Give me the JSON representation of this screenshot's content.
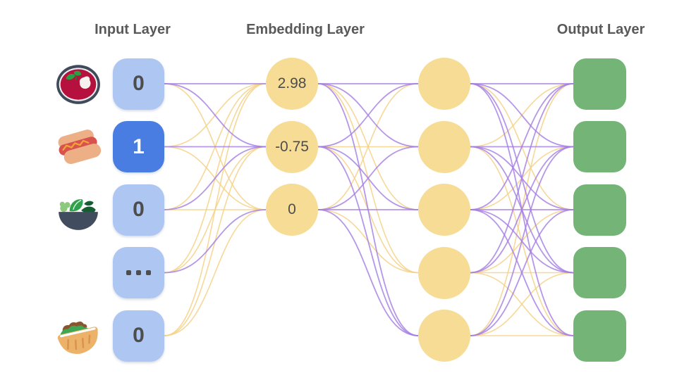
{
  "diagram": {
    "titles": {
      "input": "Input Layer",
      "embedding": "Embedding Layer",
      "output": "Output Layer"
    },
    "input_nodes": [
      {
        "icon": "borscht-soup-icon",
        "value": "0",
        "active": false
      },
      {
        "icon": "hot-dog-icon",
        "value": "1",
        "active": true
      },
      {
        "icon": "salad-icon",
        "value": "0",
        "active": false
      },
      {
        "icon": "",
        "value": "...",
        "active": false
      },
      {
        "icon": "stuffed-flatbread-icon",
        "value": "0",
        "active": false
      }
    ],
    "embedding_nodes": [
      {
        "value": "2.98"
      },
      {
        "value": "-0.75"
      },
      {
        "value": "0"
      }
    ],
    "hidden_nodes_count": 5,
    "output_nodes_count": 5,
    "colors": {
      "background": "#ffffff",
      "input_box": "#aec6f2",
      "input_box_active": "#4a7de2",
      "node_yellow": "#f6dc95",
      "output_green": "#74b476",
      "edge_purple": "#a47ce2",
      "edge_yellow": "#f5d186",
      "title_text": "#595959",
      "value_text": "#4d4d4d",
      "active_value_text": "#ffffff"
    },
    "edges": {
      "input_to_embedding": [
        "p",
        "p",
        "y",
        "y",
        "p",
        "y",
        "y",
        "p",
        "y",
        "y",
        "y",
        "p",
        "y",
        "y",
        "y"
      ],
      "embedding_to_hidden": [
        "p",
        "p",
        "y",
        "y",
        "p",
        "p",
        "y",
        "p",
        "y",
        "p",
        "y",
        "p",
        "p",
        "y",
        "p"
      ],
      "hidden_to_output": [
        "p",
        "p",
        "y",
        "p",
        "p",
        "y",
        "p",
        "p",
        "p",
        "y",
        "p",
        "y",
        "p",
        "p",
        "p",
        "p",
        "p",
        "y",
        "y",
        "y",
        "y",
        "p",
        "p",
        "y",
        "y"
      ]
    }
  }
}
